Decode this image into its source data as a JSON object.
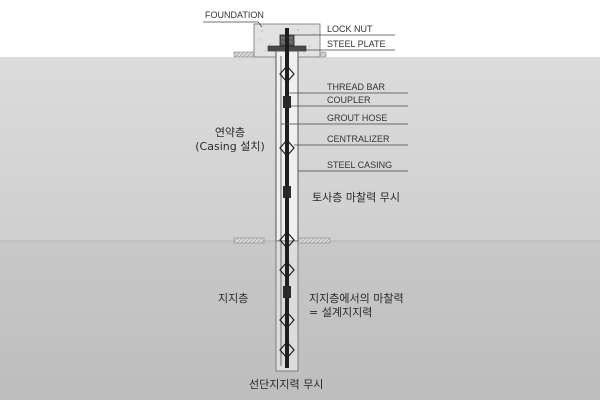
{
  "diagram": {
    "labels": {
      "foundation": "FOUNDATION",
      "lock_nut": "LOCK NUT",
      "steel_plate": "STEEL PLATE",
      "thread_bar": "THREAD BAR",
      "coupler": "COUPLER",
      "grout_hose": "GROUT HOSE",
      "centralizer": "CENTRALIZER",
      "steel_casing": "STEEL CASING"
    },
    "layers": {
      "soft_layer_line1": "연약층",
      "soft_layer_line2": "(Casing 설치)",
      "soil_friction_ignored": "토사층 마찰력 무시",
      "bearing_layer": "지지층",
      "bearing_friction_line1": "지지층에서의 마찰력",
      "bearing_friction_line2": "= 설계지지력",
      "tip_bearing_ignored": "선단지지력 무시"
    },
    "colors": {
      "upper_soil": "#d6d6d6",
      "lower_soil": "#c4c4c4",
      "foundation": "#e2e2e2",
      "bar": "#1e1e1e",
      "leader": "#444444"
    }
  }
}
